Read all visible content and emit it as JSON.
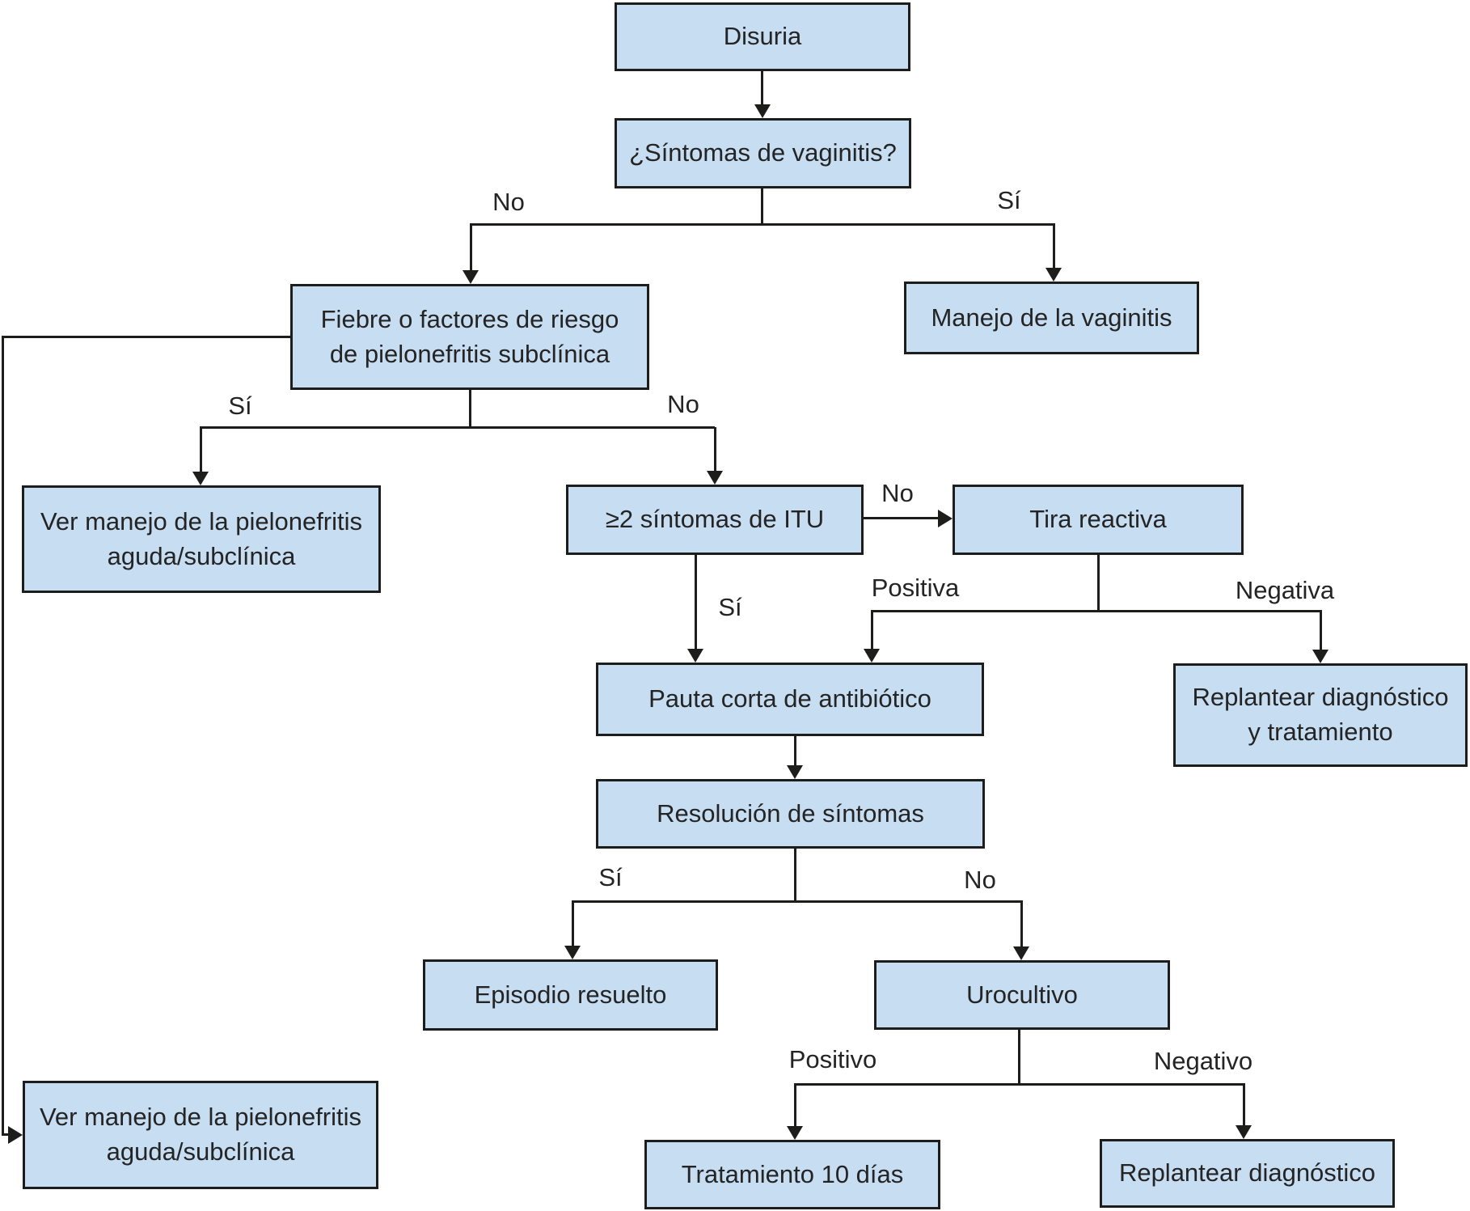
{
  "diagram": {
    "colors": {
      "node_fill": "#c7ddf2",
      "node_border": "#1d1d1b",
      "connector": "#1d1d1b",
      "text": "#242424",
      "background": "#ffffff"
    },
    "nodes": {
      "disuria": "Disuria",
      "sintomas_vaginitis": "¿Síntomas de vaginitis?",
      "fiebre_riesgo": "Fiebre o factores de riesgo\nde pielonefritis subclínica",
      "manejo_vaginitis": "Manejo de la vaginitis",
      "ver_manejo_1": "Ver manejo de la pielonefritis\naguda/subclínica",
      "sintomas_itu": "≥2 síntomas de ITU",
      "tira_reactiva": "Tira reactiva",
      "pauta_corta": "Pauta corta de antibiótico",
      "replantear_dx_tto": "Replantear diagnóstico\ny tratamiento",
      "resolucion": "Resolución de síntomas",
      "episodio_resuelto": "Episodio resuelto",
      "urocultivo": "Urocultivo",
      "ver_manejo_2": "Ver manejo de la pielonefritis\naguda/subclínica",
      "tratamiento_10": "Tratamiento 10 días",
      "replantear_dx": "Replantear diagnóstico"
    },
    "edge_labels": {
      "vaginitis_no": "No",
      "vaginitis_si": "Sí",
      "fiebre_si": "Sí",
      "fiebre_no": "No",
      "itu_no": "No",
      "itu_si": "Sí",
      "tira_positiva": "Positiva",
      "tira_negativa": "Negativa",
      "resolucion_si": "Sí",
      "resolucion_no": "No",
      "urocultivo_positivo": "Positivo",
      "urocultivo_negativo": "Negativo"
    },
    "edges": [
      {
        "from": "disuria",
        "to": "sintomas_vaginitis",
        "label": ""
      },
      {
        "from": "sintomas_vaginitis",
        "to": "fiebre_riesgo",
        "label": "No"
      },
      {
        "from": "sintomas_vaginitis",
        "to": "manejo_vaginitis",
        "label": "Sí"
      },
      {
        "from": "fiebre_riesgo",
        "to": "ver_manejo_1",
        "label": "Sí"
      },
      {
        "from": "fiebre_riesgo",
        "to": "sintomas_itu",
        "label": "No"
      },
      {
        "from": "fiebre_riesgo",
        "to": "ver_manejo_2",
        "label": ""
      },
      {
        "from": "sintomas_itu",
        "to": "tira_reactiva",
        "label": "No"
      },
      {
        "from": "sintomas_itu",
        "to": "pauta_corta",
        "label": "Sí"
      },
      {
        "from": "tira_reactiva",
        "to": "pauta_corta",
        "label": "Positiva"
      },
      {
        "from": "tira_reactiva",
        "to": "replantear_dx_tto",
        "label": "Negativa"
      },
      {
        "from": "pauta_corta",
        "to": "resolucion",
        "label": ""
      },
      {
        "from": "resolucion",
        "to": "episodio_resuelto",
        "label": "Sí"
      },
      {
        "from": "resolucion",
        "to": "urocultivo",
        "label": "No"
      },
      {
        "from": "urocultivo",
        "to": "tratamiento_10",
        "label": "Positivo"
      },
      {
        "from": "urocultivo",
        "to": "replantear_dx",
        "label": "Negativo"
      }
    ]
  }
}
